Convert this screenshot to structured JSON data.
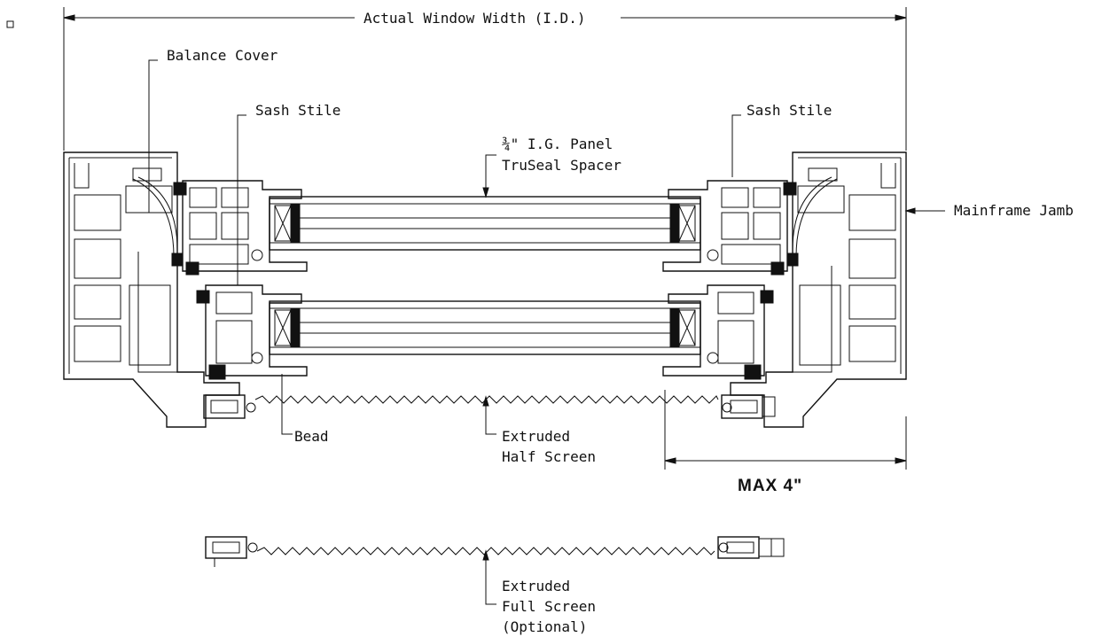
{
  "labels": {
    "actual_width": "Actual Window Width (I.D.)",
    "balance_cover": "Balance Cover",
    "sash_stile_left": "Sash Stile",
    "sash_stile_right": "Sash Stile",
    "ig_panel_line1": "¾\" I.G. Panel",
    "ig_panel_line2": "TruSeal Spacer",
    "mainframe_jamb": "Mainframe Jamb",
    "bead": "Bead",
    "half_screen_line1": "Extruded",
    "half_screen_line2": "Half Screen",
    "max_dim": "MAX 4\"",
    "full_screen_line1": "Extruded",
    "full_screen_line2": "Full Screen",
    "full_screen_line3": "(Optional)"
  },
  "colors": {
    "line": "#111111",
    "background": "#ffffff"
  }
}
